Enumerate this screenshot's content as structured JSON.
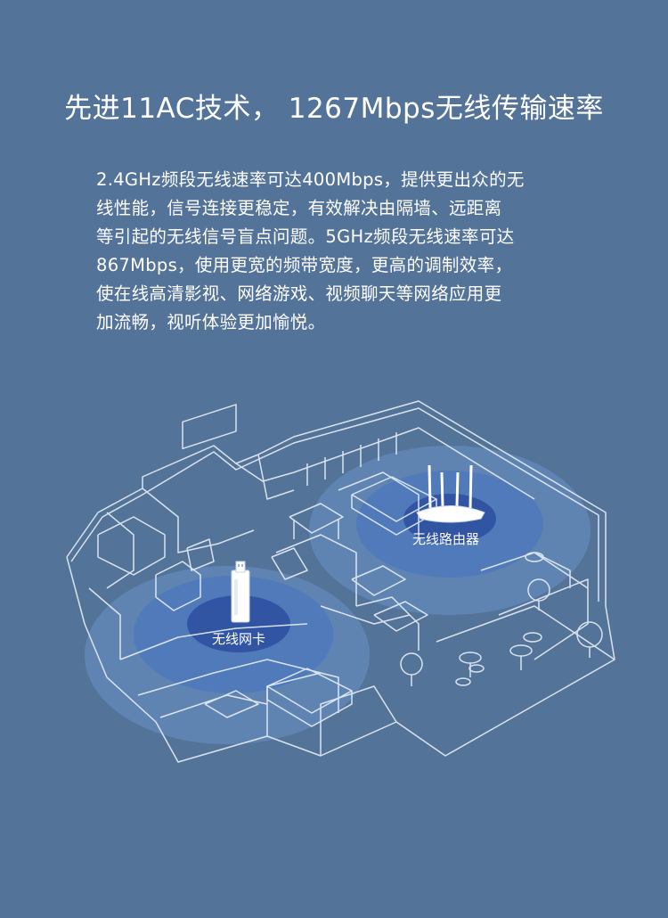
{
  "headline": "先进11AC技术， 1267Mbps无线传输速率",
  "description": "2.4GHz频段无线速率可达400Mbps，提供更出众的无\n线性能，信号连接更稳定，有效解决由隔墙、远距离\n等引起的无线信号盲点问题。5GHz频段无线速率可达\n867Mbps，使用更宽的频带宽度，更高的调制效率，\n使在线高清影视、网络游戏、视频聊天等网络应用更\n加流畅，视听体验更加愉悦。",
  "devices": {
    "adapter_label": "无线网卡",
    "router_label": "无线路由器"
  },
  "colors": {
    "background": "#547399",
    "line": "#e8f0fa",
    "signal_outer": "#5b88c4",
    "signal_inner": "#2c4f9e"
  }
}
